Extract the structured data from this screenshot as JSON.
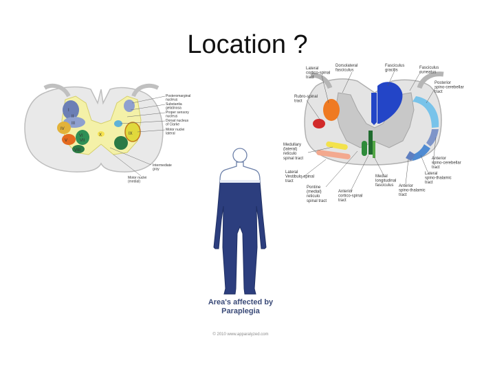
{
  "slide": {
    "title": "Location ?"
  },
  "left_diagram": {
    "labels": [
      "Posteromarginal nucleus",
      "Substantia gelatinosa",
      "Proper sensory nucleus",
      "Dorsal nucleus of Clarke",
      "Motor nuclei lateral",
      "Intermediate gray",
      "Motor nuclei (medial)"
    ],
    "laminae": [
      "I",
      "II",
      "III",
      "IV",
      "V",
      "VI",
      "VII",
      "VIII",
      "IX",
      "X"
    ]
  },
  "figure": {
    "caption_line1": "Area's affected by",
    "caption_line2": "Paraplegia",
    "copyright": "© 2010 www.apparalyzed.com",
    "highlight_color": "#2c3e7e"
  },
  "right_diagram": {
    "labels": {
      "lat_cort": "Lateral cortico-spinal tract",
      "dorsolat": "Dorsolateral fasciculus",
      "gracilis": "Fasciculus gracilis",
      "cuneatus": "Fasciculus cuneatus",
      "post_spino": "Posterior spino-cerebellar tract",
      "rubro": "Rubro-spinal tract",
      "medullary": "Medullary (lateral) reticulo spinal tract",
      "lat_vest": "Lateral Vestibulo-spinal tract",
      "pontine": "Pontine (medial) reticulo spinal tract",
      "ant_cort": "Anterior cortico-spinal tract",
      "medial_long": "Medial longitudinal fasciculus",
      "ant_spino_th": "Anterior spino-thalamic tract",
      "ant_spino_cer": "Anterior spino-cerebellar tract",
      "lat_spino_th": "Lateral spino-thalamic tract"
    }
  }
}
